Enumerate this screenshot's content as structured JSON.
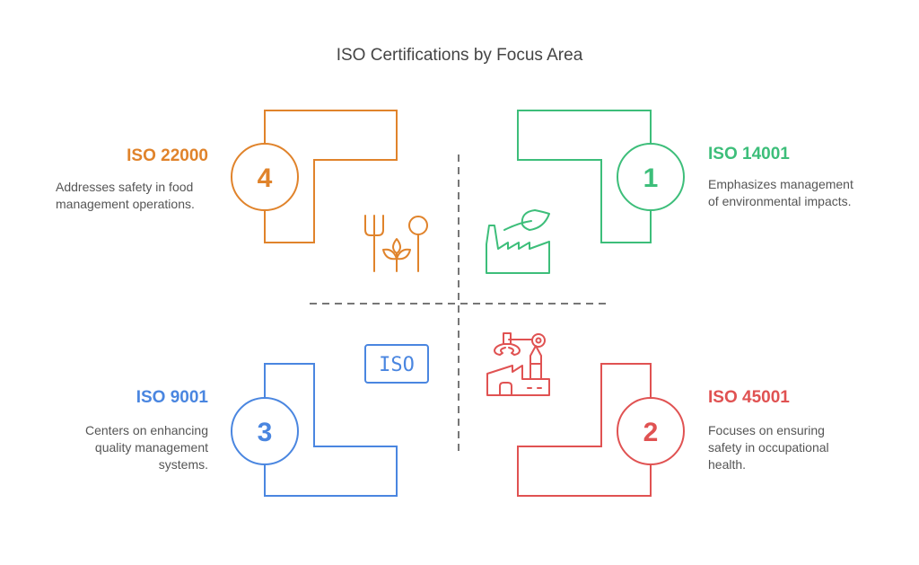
{
  "title": "ISO Certifications by Focus Area",
  "colors": {
    "orange": "#E0832B",
    "green": "#3DBE7A",
    "blue": "#4A86E0",
    "red": "#E05252",
    "divider": "#777777",
    "text": "#555555"
  },
  "items": [
    {
      "number": "1",
      "name": "ISO 14001",
      "description_line1": "Emphasizes management",
      "description_line2": "of environmental impacts.",
      "description_line3": "",
      "icon": "factory-leaf-icon",
      "color": "#3DBE7A"
    },
    {
      "number": "2",
      "name": "ISO 45001",
      "description_line1": "Focuses on ensuring",
      "description_line2": "safety in occupational",
      "description_line3": "health.",
      "icon": "robotic-arm-factory-icon",
      "color": "#E05252"
    },
    {
      "number": "3",
      "name": "ISO 9001",
      "description_line1": "Centers on enhancing",
      "description_line2": "quality management",
      "description_line3": "systems.",
      "icon": "iso-badge-icon",
      "icon_text": "ISO",
      "color": "#4A86E0"
    },
    {
      "number": "4",
      "name": "ISO 22000",
      "description_line1": "Addresses safety in food",
      "description_line2": "management operations.",
      "description_line3": "",
      "icon": "fork-spoon-plant-icon",
      "color": "#E0832B"
    }
  ]
}
